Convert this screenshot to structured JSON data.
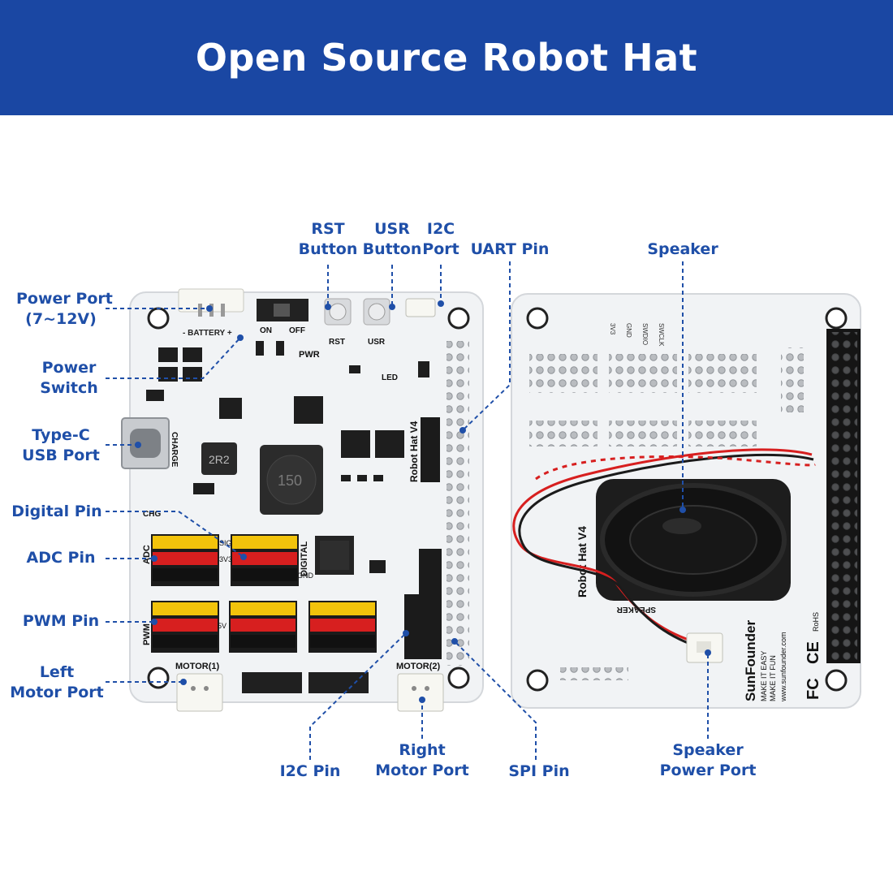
{
  "title": "Open Source Robot Hat",
  "colors": {
    "banner": "#1a47a3",
    "label": "#1f4fa8",
    "board": "#f1f3f5",
    "header_yellow": "#f2c30b",
    "header_red": "#d71f1f",
    "header_black": "#1c1c1c"
  },
  "callouts": {
    "rst_button": [
      "RST",
      "Button"
    ],
    "usr_button": [
      "USR",
      "Button"
    ],
    "i2c_port": [
      "I2C",
      "Port"
    ],
    "uart_pin": "UART Pin",
    "speaker": "Speaker",
    "power_port": [
      "Power Port",
      "(7~12V)"
    ],
    "power_switch": [
      "Power",
      "Switch"
    ],
    "type_c": [
      "Type-C",
      "USB Port"
    ],
    "digital_pin": "Digital Pin",
    "adc_pin": "ADC Pin",
    "pwm_pin": "PWM Pin",
    "left_motor": [
      "Left",
      "Motor Port"
    ],
    "i2c_pin": "I2C Pin",
    "right_motor": [
      "Right",
      "Motor Port"
    ],
    "spi_pin": "SPI Pin",
    "speaker_power": [
      "Speaker",
      "Power Port"
    ]
  },
  "board_text": {
    "robot_hat": "Robot Hat V4",
    "charge": "CHARGE",
    "adc": "ADC",
    "pwm": "PWM",
    "digital": "DIGITAL",
    "motor1": "MOTOR(1)",
    "motor2": "MOTOR(2)",
    "battery": "- BATTERY +",
    "on": "ON",
    "off": "OFF",
    "rst": "RST",
    "usr": "USR",
    "pwr": "PWR",
    "led": "LED",
    "chg": "CHG",
    "sig": "SIG",
    "v33": "3V3",
    "v5": "5V",
    "gnd": "GND",
    "inductor": "150",
    "inductor2": "2R2",
    "sunfounder": "SunFounder",
    "slogan1": "MAKE IT EASY",
    "slogan2": "MAKE IT FUN",
    "website": "www.sunfounder.com",
    "back_robot": "Robot Hat V4",
    "speaker_mark": "SPEAKER",
    "swd1": "3V3",
    "swd2": "GND",
    "swd3": "SWDIO",
    "swd4": "SWCLK",
    "rohs": "RoHS",
    "fc": "FC",
    "ce": "CE"
  }
}
